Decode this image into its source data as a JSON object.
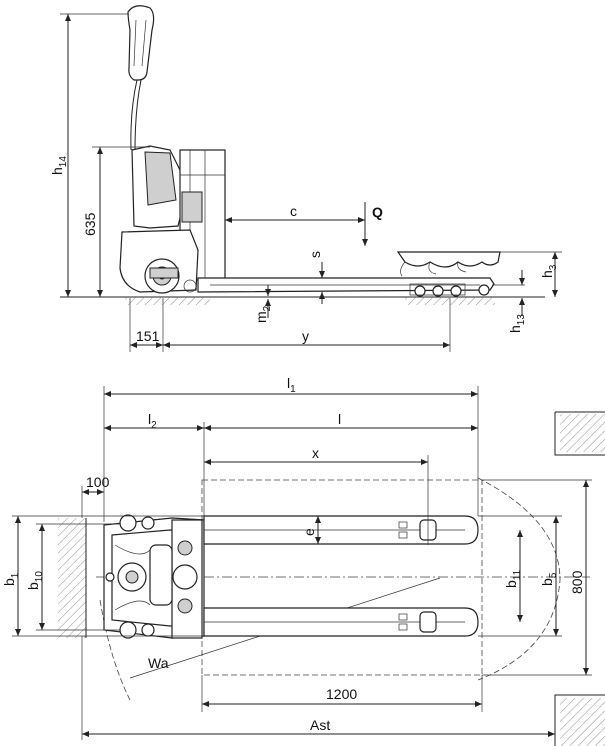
{
  "labels": {
    "h14": {
      "main": "h",
      "sub": "14"
    },
    "dim_635": "635",
    "c": "c",
    "Q": "Q",
    "s": "s",
    "h3": {
      "main": "h",
      "sub": "3"
    },
    "m2": {
      "main": "m",
      "sub": "2"
    },
    "h13": {
      "main": "h",
      "sub": "13"
    },
    "dim_151": "151",
    "y": "y",
    "l1": {
      "main": "l",
      "sub": "1"
    },
    "l2": {
      "main": "l",
      "sub": "2"
    },
    "l": "l",
    "x": "x",
    "dim_100": "100",
    "e": "e",
    "b1": {
      "main": "b",
      "sub": "1"
    },
    "b10": {
      "main": "b",
      "sub": "10"
    },
    "b11": {
      "main": "b",
      "sub": "11"
    },
    "b5": {
      "main": "b",
      "sub": "5"
    },
    "dim_800": "800",
    "Wa": "Wa",
    "dim_1200": "1200",
    "Ast": "Ast"
  }
}
